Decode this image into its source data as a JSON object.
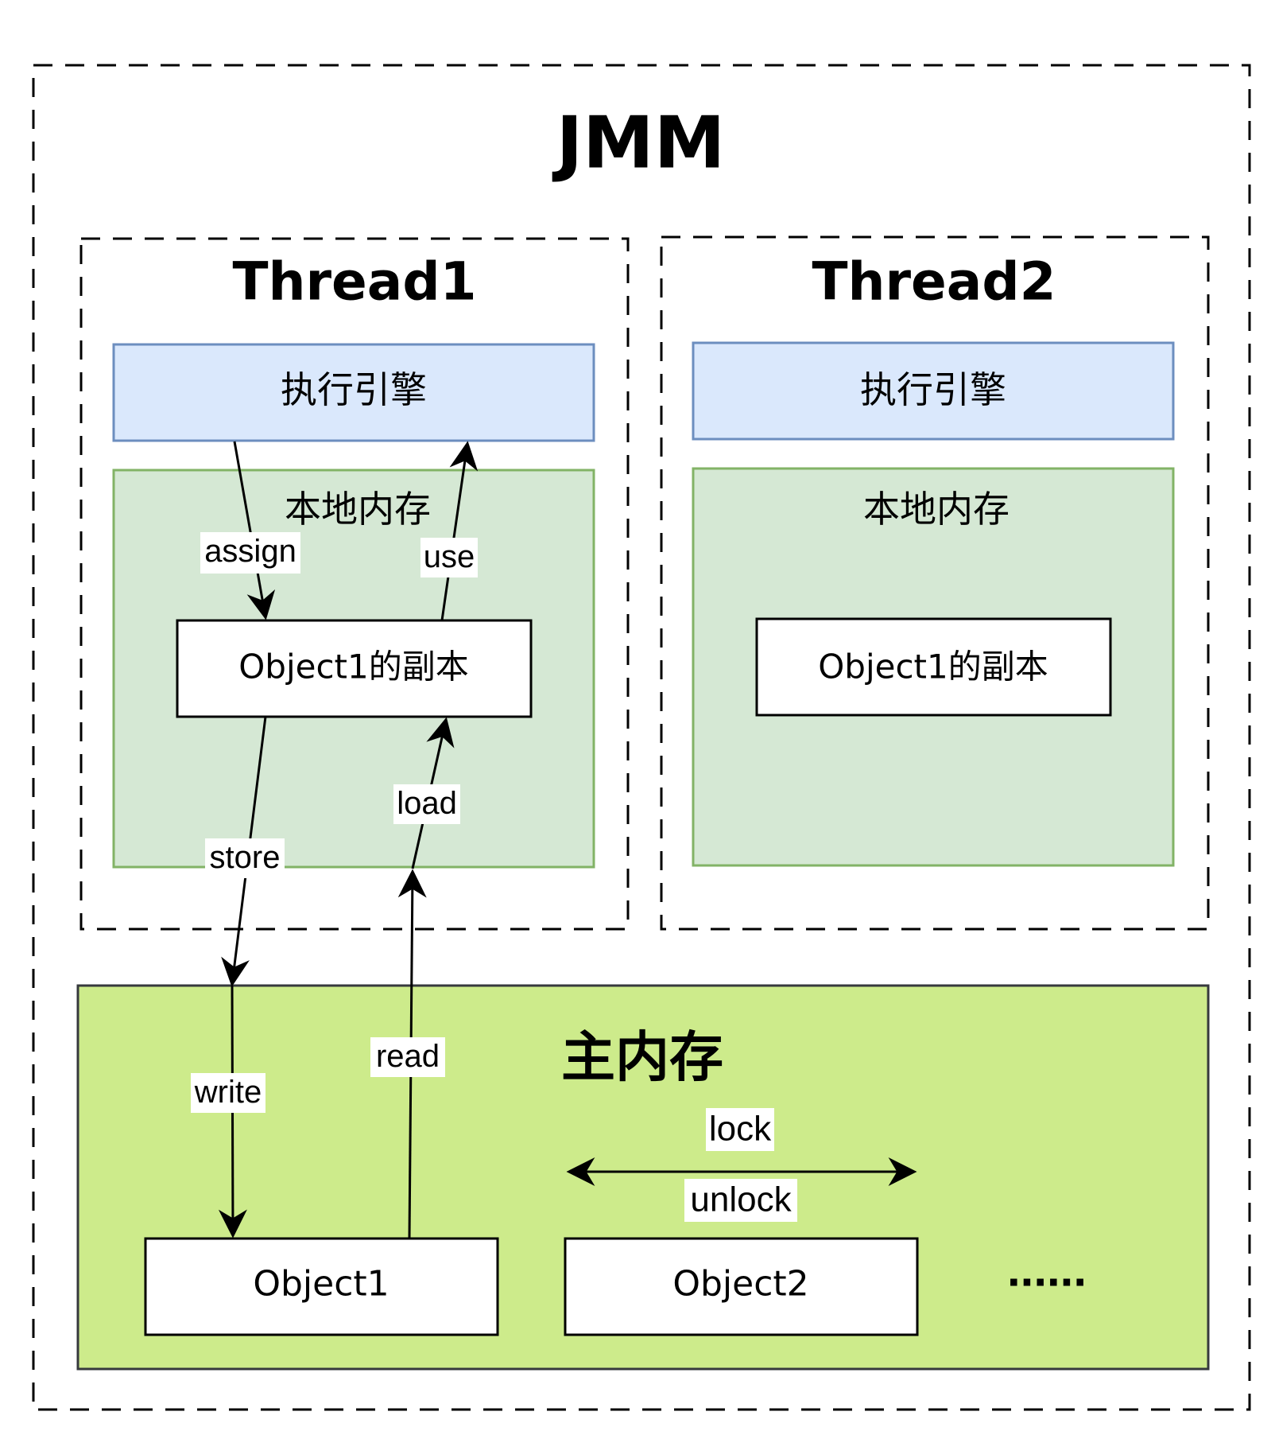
{
  "jmm": {
    "title": "JMM",
    "thread1": {
      "title": "Thread1",
      "engine_label": "执行引擎",
      "local_memory_label": "本地内存",
      "copy_label": "Object1的副本"
    },
    "thread2": {
      "title": "Thread2",
      "engine_label": "执行引擎",
      "local_memory_label": "本地内存",
      "copy_label": "Object1的副本"
    },
    "main_memory": {
      "title": "主内存",
      "object1_label": "Object1",
      "object2_label": "Object2",
      "ellipsis": "......"
    },
    "operations": {
      "assign": "assign",
      "use": "use",
      "store": "store",
      "load": "load",
      "write": "write",
      "read": "read",
      "lock": "lock",
      "unlock": "unlock"
    },
    "colors": {
      "engine_fill": "#dae8fc",
      "engine_stroke": "#6c8ebf",
      "local_fill": "#d5e8d4",
      "local_stroke": "#82b366",
      "main_fill": "#cdeb8b",
      "main_stroke": "#36393d"
    }
  }
}
